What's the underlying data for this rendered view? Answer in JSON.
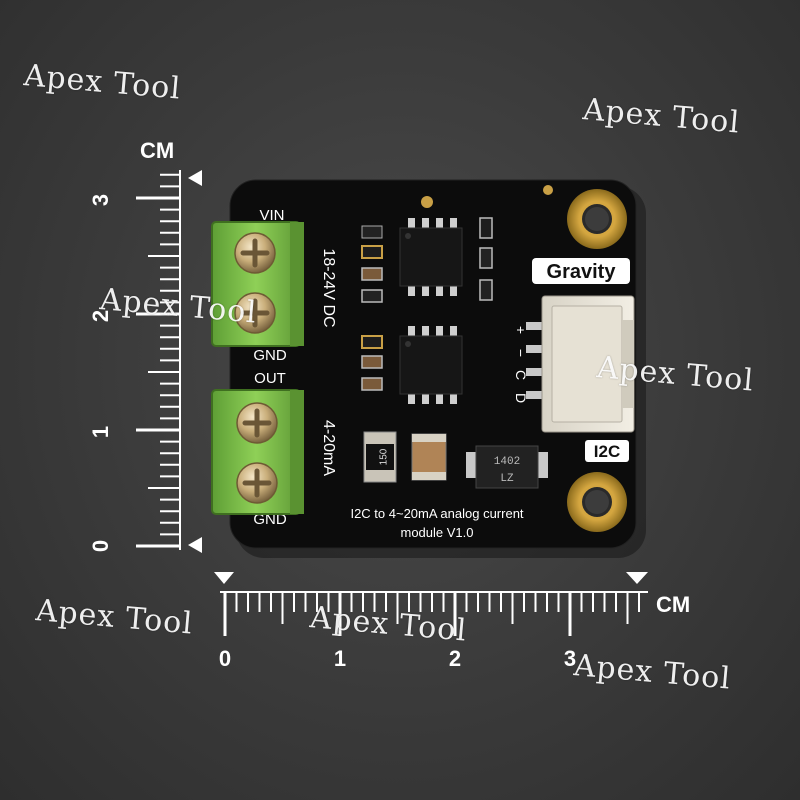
{
  "ruler": {
    "unit_label": "CM",
    "vertical_ticks": [
      "3",
      "2",
      "1",
      "0"
    ],
    "horizontal_ticks": [
      "0",
      "1",
      "2",
      "3"
    ]
  },
  "board": {
    "vin_label": "VIN",
    "gnd_label_top": "GND",
    "out_label": "OUT",
    "gnd_label_bottom": "GND",
    "voltage_label": "18-24V DC",
    "current_label": "4-20mA",
    "brand": "Gravity",
    "interface": "I2C",
    "pin_labels": [
      "+",
      "−",
      "C",
      "D"
    ],
    "resistor_code": "150",
    "ic_marking_1": "1402",
    "ic_marking_2": "LZ",
    "description_line1": "I2C to 4~20mA analog current",
    "description_line2": "module V1.0"
  },
  "watermarks": [
    "Apex Tool",
    "Apex Tool",
    "Apex Tool",
    "Apex Tool",
    "Apex Tool",
    "Apex Tool",
    "Apex Tool"
  ],
  "colors": {
    "background": "#3a3a3a",
    "pcb": "#0c0c0c",
    "terminal": "#7cc34a",
    "ruler": "#ffffff",
    "pad_gold": "#b8902e"
  }
}
